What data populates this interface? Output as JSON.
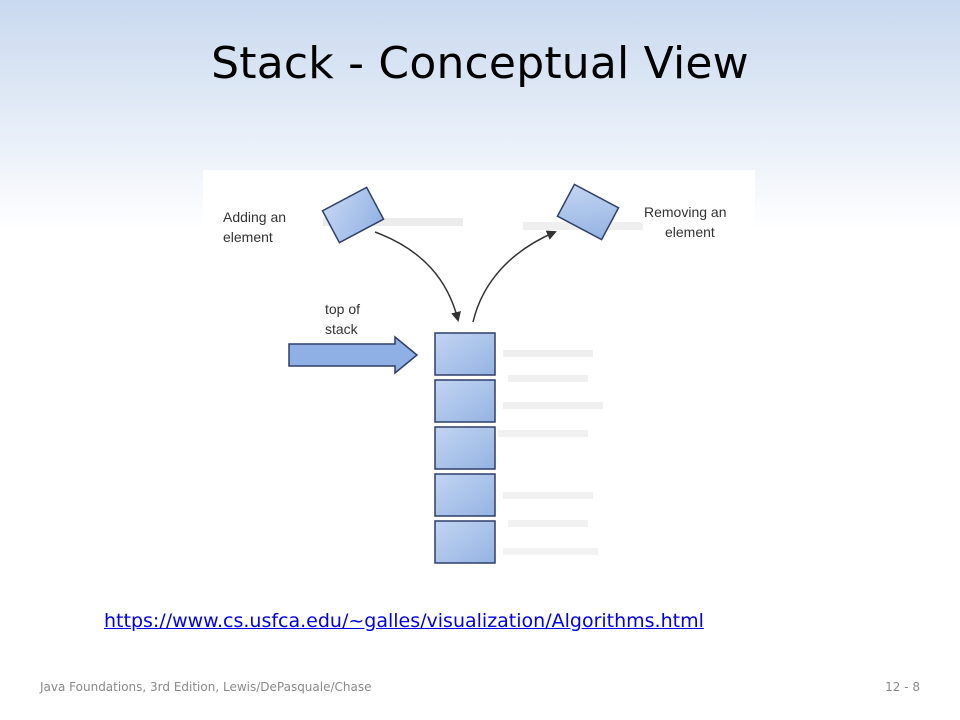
{
  "slide": {
    "title": "Stack - Conceptual View"
  },
  "diagram": {
    "labels": {
      "adding_line1": "Adding an",
      "adding_line2": "element",
      "removing_line1": "Removing an",
      "removing_line2": "element",
      "top_line1": "top of",
      "top_line2": "stack"
    },
    "stack_element_count": 5,
    "colors": {
      "element_fill": "#a9c2ea",
      "element_stroke": "#2f3f6a",
      "arrow_fill": "#8fb0e4"
    }
  },
  "link": {
    "url_text": "https://www.cs.usfca.edu/~galles/visualization/Algorithms.html"
  },
  "footer": {
    "source": "Java Foundations, 3rd Edition, Lewis/DePasquale/Chase",
    "slide_number": "12 - 8"
  }
}
